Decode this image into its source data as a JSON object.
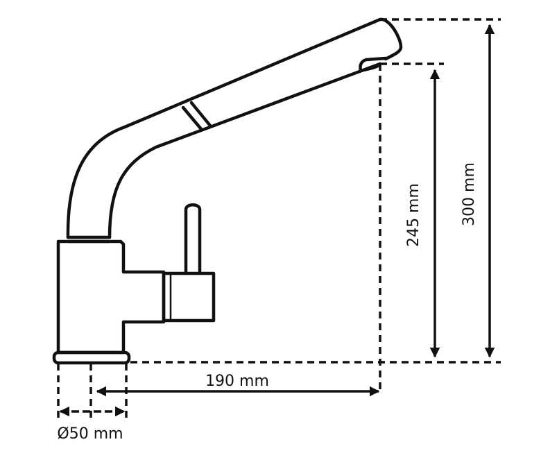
{
  "dimensions": {
    "spout_height": "245 mm",
    "total_height": "300 mm",
    "reach": "190 mm",
    "base_diameter": "Ø50 mm"
  },
  "colors": {
    "line": "#111111",
    "background": "#ffffff"
  }
}
